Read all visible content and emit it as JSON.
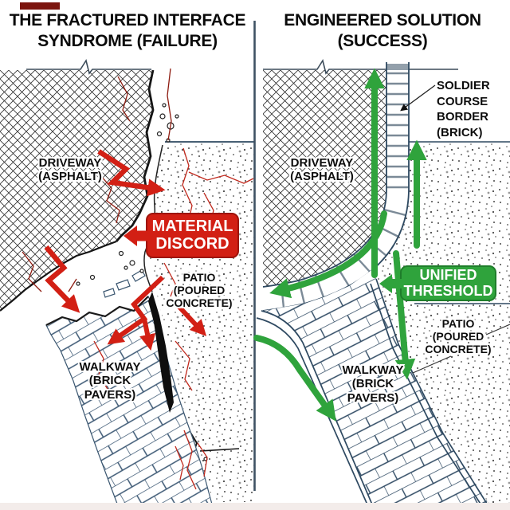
{
  "colors": {
    "failure_red": "#d21f14",
    "success_green": "#2fa33c",
    "drafting_blue": "#2e4961",
    "ink": "#0d0d0d"
  },
  "left_panel": {
    "title_line1": "THE FRACTURED INTERFACE",
    "title_line2": "SYNDROME (FAILURE)",
    "driveway_l1": "DRIVEWAY",
    "driveway_l2": "(ASPHALT)",
    "patio_l1": "PATIO",
    "patio_l2": "(POURED",
    "patio_l3": "CONCRETE)",
    "walkway_l1": "WALKWAY",
    "walkway_l2": "(BRICK PAVERS)",
    "callout_l1": "MATERIAL",
    "callout_l2": "DISCORD"
  },
  "right_panel": {
    "title_line1": "ENGINEERED SOLUTION",
    "title_line2": "(SUCCESS)",
    "soldier_l1": "SOLDIER",
    "soldier_l2": "COURSE",
    "soldier_l3": "BORDER",
    "soldier_l4": "(BRICK)",
    "driveway_l1": "DRIVEWAY",
    "driveway_l2": "(ASPHALT)",
    "patio_l1": "PATIO",
    "patio_l2": "(POURED",
    "patio_l3": "CONCRETE)",
    "walkway_l1": "WALKWAY",
    "walkway_l2": "(BRICK PAVERS)",
    "callout_l1": "UNIFIED",
    "callout_l2": "THRESHOLD"
  }
}
